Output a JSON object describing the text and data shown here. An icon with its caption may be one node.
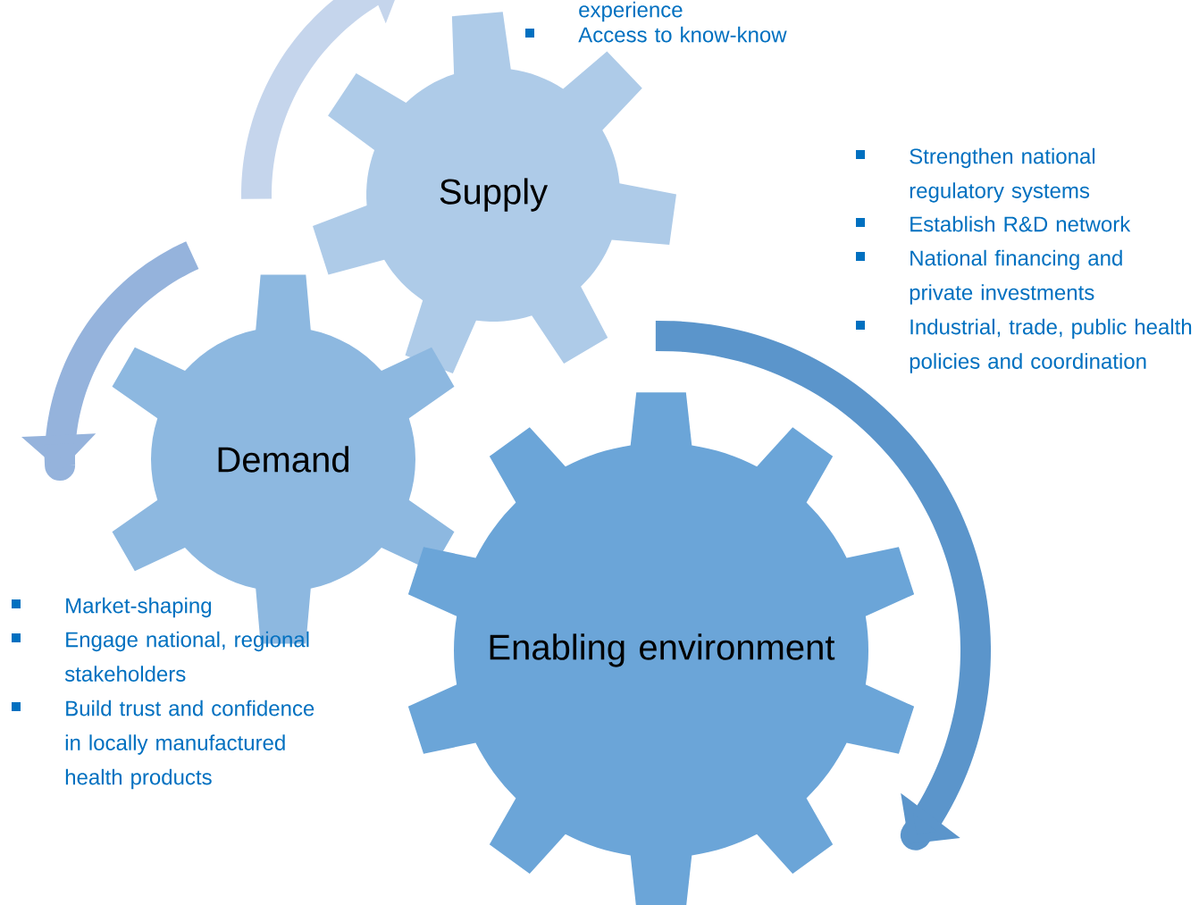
{
  "diagram": {
    "nodes": [
      {
        "text": [
          "Supply"
        ]
      },
      {
        "text": [
          "Demand"
        ]
      },
      {
        "text": [
          "Enabling environment"
        ]
      }
    ],
    "labels": [
      "experience",
      "Access to know-know",
      "Strengthen national regulatory systems",
      "Establish R&D network",
      "National financing and private investments",
      "Industrial, trade, public health policies and coordination",
      "Market-shaping",
      "Engage national, regional stakeholders",
      "Build trust and confidence in locally manufactured health products"
    ]
  }
}
